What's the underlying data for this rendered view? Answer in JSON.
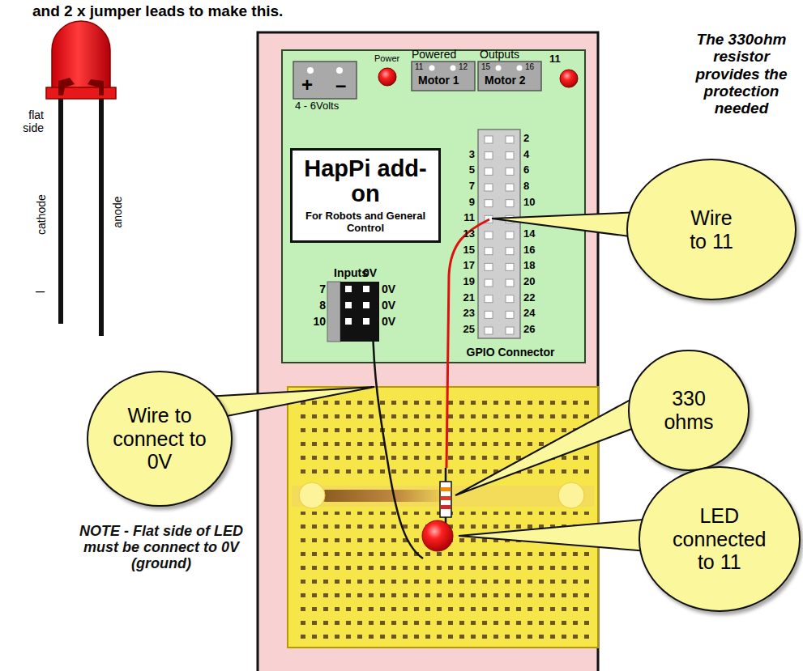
{
  "diagram": {
    "nodes": [
      {
        "text": [
          "HapPi add-on",
          "For Robots and General Control"
        ]
      },
      {
        "text": [
          "Wire to 11"
        ]
      },
      {
        "text": [
          "Wire to connect to 0V"
        ]
      },
      {
        "text": [
          "330 ohms"
        ]
      },
      {
        "text": [
          "LED connected to 11"
        ]
      }
    ],
    "labels": [
      "and 2 x jumper leads to make this.",
      "flat side",
      "cathode",
      "anode",
      "–",
      "The 330ohm resistor provides the protection needed",
      "Power",
      "Powered",
      "Outputs",
      "11",
      "12",
      "15",
      "16",
      "Motor 1",
      "Motor 2",
      "11",
      "+",
      "–",
      "4 - 6Volts",
      "Inputs",
      "0V",
      "7",
      "8",
      "10",
      "0V",
      "0V",
      "0V",
      "2",
      "3",
      "4",
      "5",
      "6",
      "7",
      "8",
      "9",
      "10",
      "11",
      "13",
      "14",
      "15",
      "16",
      "17",
      "18",
      "19",
      "20",
      "21",
      "22",
      "23",
      "24",
      "25",
      "26",
      "GPIO Connector",
      "NOTE - Flat side of LED must be connect to 0V (ground)"
    ]
  }
}
